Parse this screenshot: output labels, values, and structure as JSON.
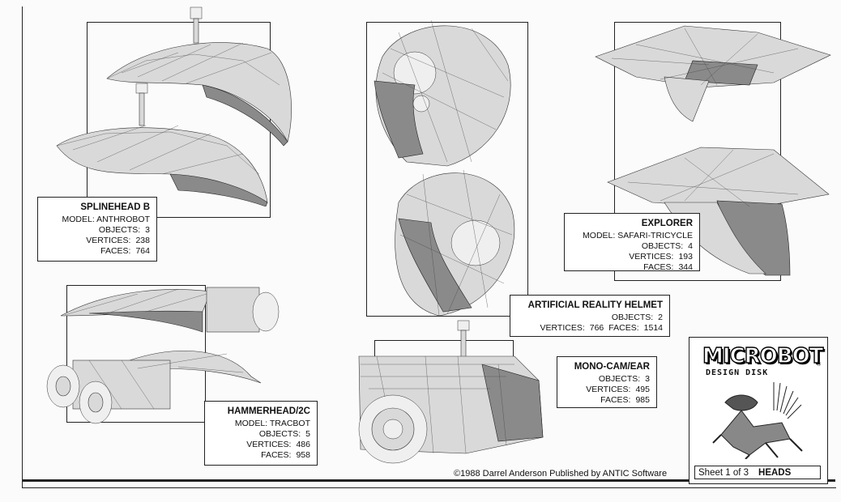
{
  "models": {
    "splinehead": {
      "title": "SPLINEHEAD B",
      "model": "MODEL: ANTHROBOT",
      "objects_label": "OBJECTS:",
      "objects": "3",
      "vertices_label": "VERTICES:",
      "vertices": "238",
      "faces_label": "FACES:",
      "faces": "764"
    },
    "hammerhead": {
      "title": "HAMMERHEAD/2C",
      "model": "MODEL:  TRACBOT",
      "objects_label": "OBJECTS:",
      "objects": "5",
      "vertices_label": "VERTICES:",
      "vertices": "486",
      "faces_label": "FACES:",
      "faces": "958"
    },
    "helmet": {
      "title": "ARTIFICIAL REALITY HELMET",
      "objects_label": "OBJECTS:",
      "objects": "2",
      "vertices_label": "VERTICES:",
      "vertices": "766",
      "faces_label": "FACES:",
      "faces": "1514"
    },
    "explorer": {
      "title": "EXPLORER",
      "model": "MODEL:  SAFARI-TRICYCLE",
      "objects_label": "OBJECTS:",
      "objects": "4",
      "vertices_label": "VERTICES:",
      "vertices": "193",
      "faces_label": "FACES:",
      "faces": "344"
    },
    "monocam": {
      "title": "MONO-CAM/EAR",
      "objects_label": "OBJECTS:",
      "objects": "3",
      "vertices_label": "VERTICES:",
      "vertices": "495",
      "faces_label": "FACES:",
      "faces": "985"
    }
  },
  "footer": {
    "credit": "©1988 Darrel Anderson   Published by ANTIC Software"
  },
  "logo": {
    "brand": "MICROBOT",
    "subtitle": "DESIGN DISK",
    "registered": "®"
  },
  "sheet": {
    "label": "Sheet 1 of 3",
    "section": "HEADS"
  }
}
